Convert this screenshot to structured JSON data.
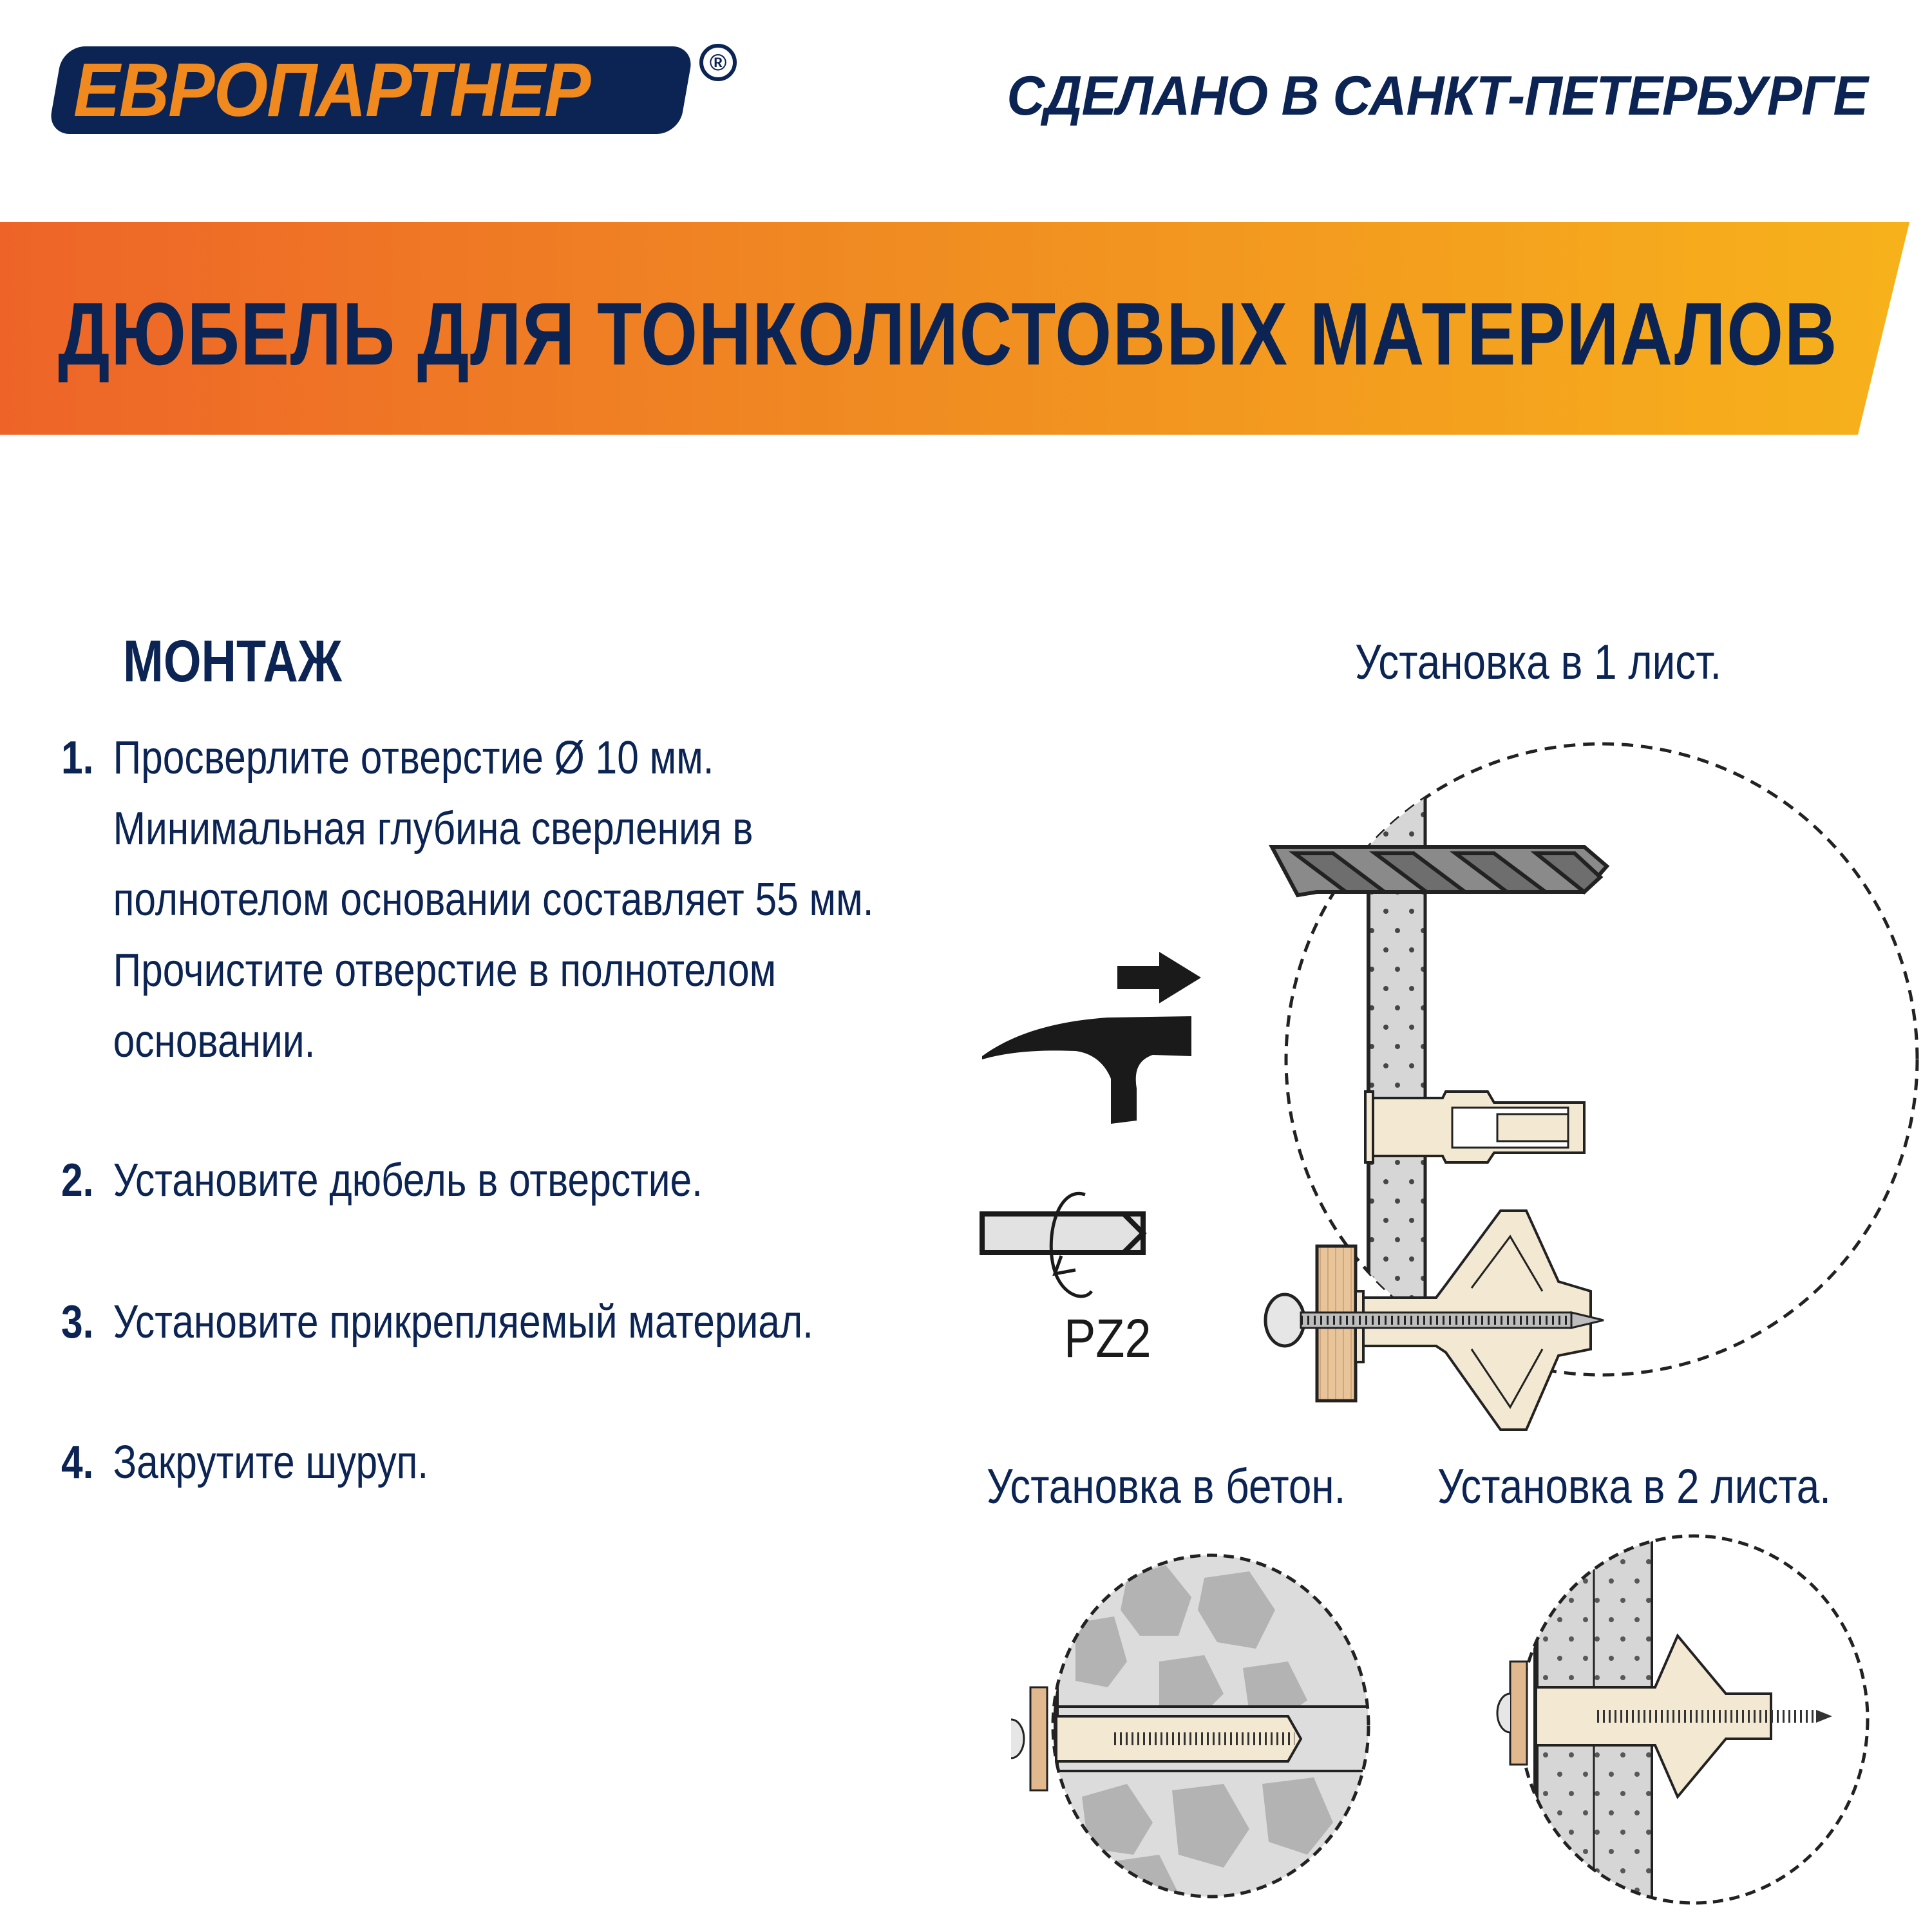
{
  "header": {
    "brand_name": "ЕВРОПАРТНЕР",
    "registered_mark": "®",
    "tagline": "СДЕЛАНО В САНКТ-ПЕТЕРБУРГЕ"
  },
  "banner": {
    "title": "ДЮБЕЛЬ ДЛЯ ТОНКОЛИСТОВЫХ МАТЕРИАЛОВ",
    "gradient_start": "#ee6428",
    "gradient_end": "#f7b21b"
  },
  "instructions": {
    "heading": "МОНТАЖ",
    "steps": [
      {
        "number": "1.",
        "lines": [
          "Просверлите отверстие Ø 10 мм.",
          "Минимальная глубина сверления в",
          "полнотелом основании составляет 55 мм.",
          "Прочистите отверстие в полнотелом",
          "основании."
        ]
      },
      {
        "number": "2.",
        "lines": [
          "Установите дюбель в отверстие."
        ]
      },
      {
        "number": "3.",
        "lines": [
          "Установите прикрепляемый материал."
        ]
      },
      {
        "number": "4.",
        "lines": [
          "Закрутите шуруп."
        ]
      }
    ]
  },
  "figures": {
    "one_sheet": {
      "label": "Установка в 1 лист."
    },
    "concrete": {
      "label": "Установка в бетон."
    },
    "two_sheets": {
      "label": "Установка в 2 листа."
    },
    "screwdriver_bit": "PZ2"
  },
  "colors": {
    "navy": "#0b2453",
    "orange": "#f08a1f",
    "dowel": "#f3e8d2",
    "wood": "#e2b98f",
    "board": "#d4d4d4",
    "drill": "#8a8a8a"
  }
}
